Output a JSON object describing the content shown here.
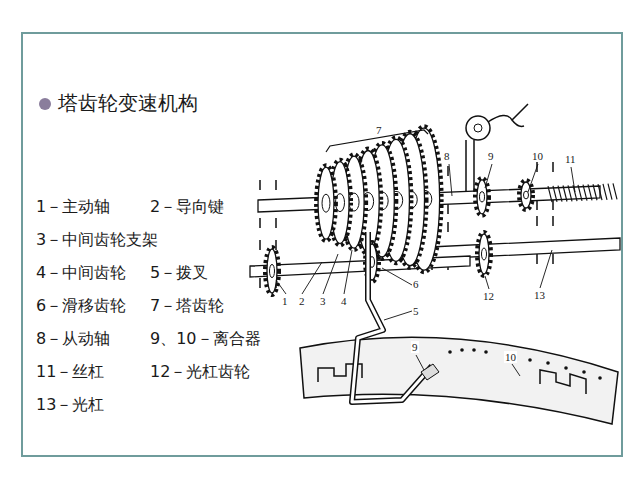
{
  "diagram": {
    "title": "塔齿轮变速机构",
    "labels": [
      "1－主动轴",
      "2－导向键",
      "3－中间齿轮支架",
      "4－中间齿轮",
      "5－拨叉",
      "6－滑移齿轮",
      "7－塔齿轮",
      "8－从动轴",
      "9、10－离合器",
      "11－丝杠",
      "12－光杠齿轮",
      "13－光杠",
      "7",
      "8",
      "9",
      "10",
      "11",
      "1",
      "2",
      "3",
      "4",
      "6",
      "5",
      "12",
      "13",
      "9",
      "10"
    ]
  }
}
